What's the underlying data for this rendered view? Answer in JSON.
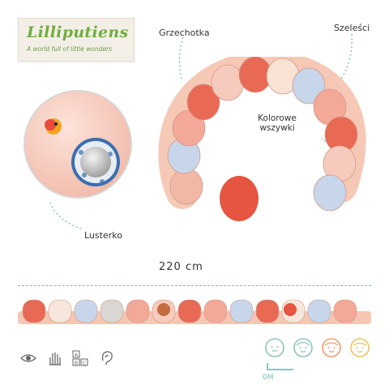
{
  "brand": {
    "name": "Lilliputiens",
    "tagline": "A world full of little wonders"
  },
  "callouts": {
    "rattle": "Grzechotka",
    "crinkle": "Szeleści",
    "colorful": "Kolorowe wszywki",
    "mirror": "Lusterko"
  },
  "measure": {
    "length": "220 cm"
  },
  "sensory_icons": [
    "eye-icon",
    "hand-icon",
    "abc-blocks-icon",
    "ear-icon"
  ],
  "age_faces": [
    "baby-face-icon",
    "child-face-icon",
    "child-face-icon",
    "child-face-icon"
  ],
  "age_start": "0M",
  "colors": {
    "teal": "#6fc2b6",
    "brand_green": "#6fae3f",
    "pink": "#f3c2b3",
    "coral": "#e2664f"
  }
}
